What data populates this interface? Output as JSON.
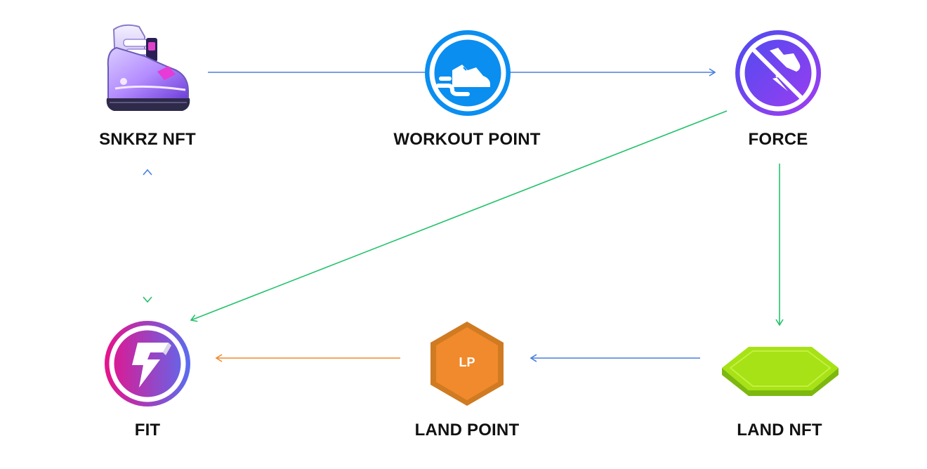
{
  "nodes": {
    "snkrz_nft": {
      "label": "SNKRZ NFT",
      "icon": "sneaker-nft-icon"
    },
    "workout_point": {
      "label": "WORKOUT POINT",
      "icon": "running-shoe-icon"
    },
    "force": {
      "label": "FORCE",
      "icon": "lightning-shoe-icon"
    },
    "fit": {
      "label": "FIT",
      "icon": "lightning-bolt-icon"
    },
    "land_point": {
      "label": "LAND POINT",
      "icon": "hexagon-lp-icon",
      "badge": "LP"
    },
    "land_nft": {
      "label": "LAND NFT",
      "icon": "green-hexagon-tile-icon"
    }
  },
  "edges": [
    {
      "from": "SNKRZ NFT",
      "to": "FORCE",
      "via": "WORKOUT POINT",
      "color": "#4A7FE0"
    },
    {
      "from": "FORCE",
      "to": "LAND NFT",
      "color": "#22C26A"
    },
    {
      "from": "FORCE",
      "to": "FIT",
      "color": "#22C26A"
    },
    {
      "from": "SNKRZ NFT",
      "to": "FIT",
      "bidirectional": true,
      "colors": [
        "#4A7FE0",
        "#22C26A"
      ]
    },
    {
      "from": "LAND NFT",
      "to": "LAND POINT",
      "color": "#4A7FE0"
    },
    {
      "from": "LAND POINT",
      "to": "FIT",
      "color": "#F08A2C"
    }
  ],
  "colors": {
    "blue": "#4A7FE0",
    "green": "#22C26A",
    "orange": "#F08A2C",
    "workout_blue": "#0A8EF0",
    "force_purple": "#7A3CF0",
    "fit_pink": "#E0218A",
    "fit_blue": "#5A6CF0",
    "lp_orange": "#F08A2C",
    "land_green": "#9BDC14"
  }
}
